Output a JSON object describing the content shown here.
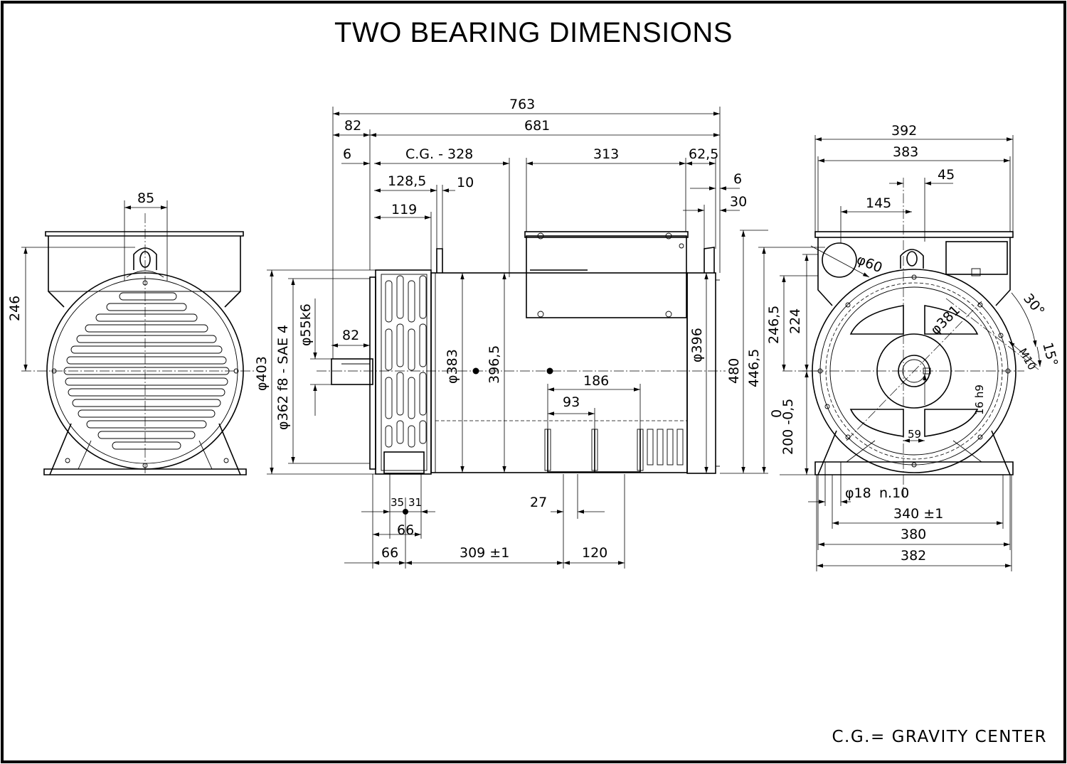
{
  "title": "TWO BEARING DIMENSIONS",
  "legend": "C.G.= GRAVITY CENTER",
  "front_view": {
    "labels": [
      "85",
      "246"
    ]
  },
  "side_view": {
    "top_dims": [
      "763",
      "82",
      "681",
      "6",
      "C.G. - 328",
      "313",
      "62,5",
      "128,5",
      "10",
      "6",
      "119",
      "30"
    ],
    "left_dims": [
      "φ403",
      "φ362 f8 - SAE 4",
      "φ55k6",
      "82"
    ],
    "body_dims": [
      "φ383",
      "396,5",
      "φ396",
      "186",
      "93",
      "480",
      "446,5"
    ],
    "bottom_dims": [
      "35",
      "31",
      "66",
      "27",
      "66",
      "309 ±1",
      "120"
    ]
  },
  "end_view": {
    "top_dims": [
      "392",
      "383",
      "45",
      "145"
    ],
    "labels": [
      "φ60",
      "30°",
      "15°",
      "M10",
      "φ381",
      "16 h9",
      "59"
    ],
    "left_dims": [
      "246,5",
      "224",
      "0",
      "200 -0,5"
    ],
    "bottom_dims": [
      "φ18",
      "n.10",
      "340 ±1",
      "380",
      "382"
    ]
  }
}
